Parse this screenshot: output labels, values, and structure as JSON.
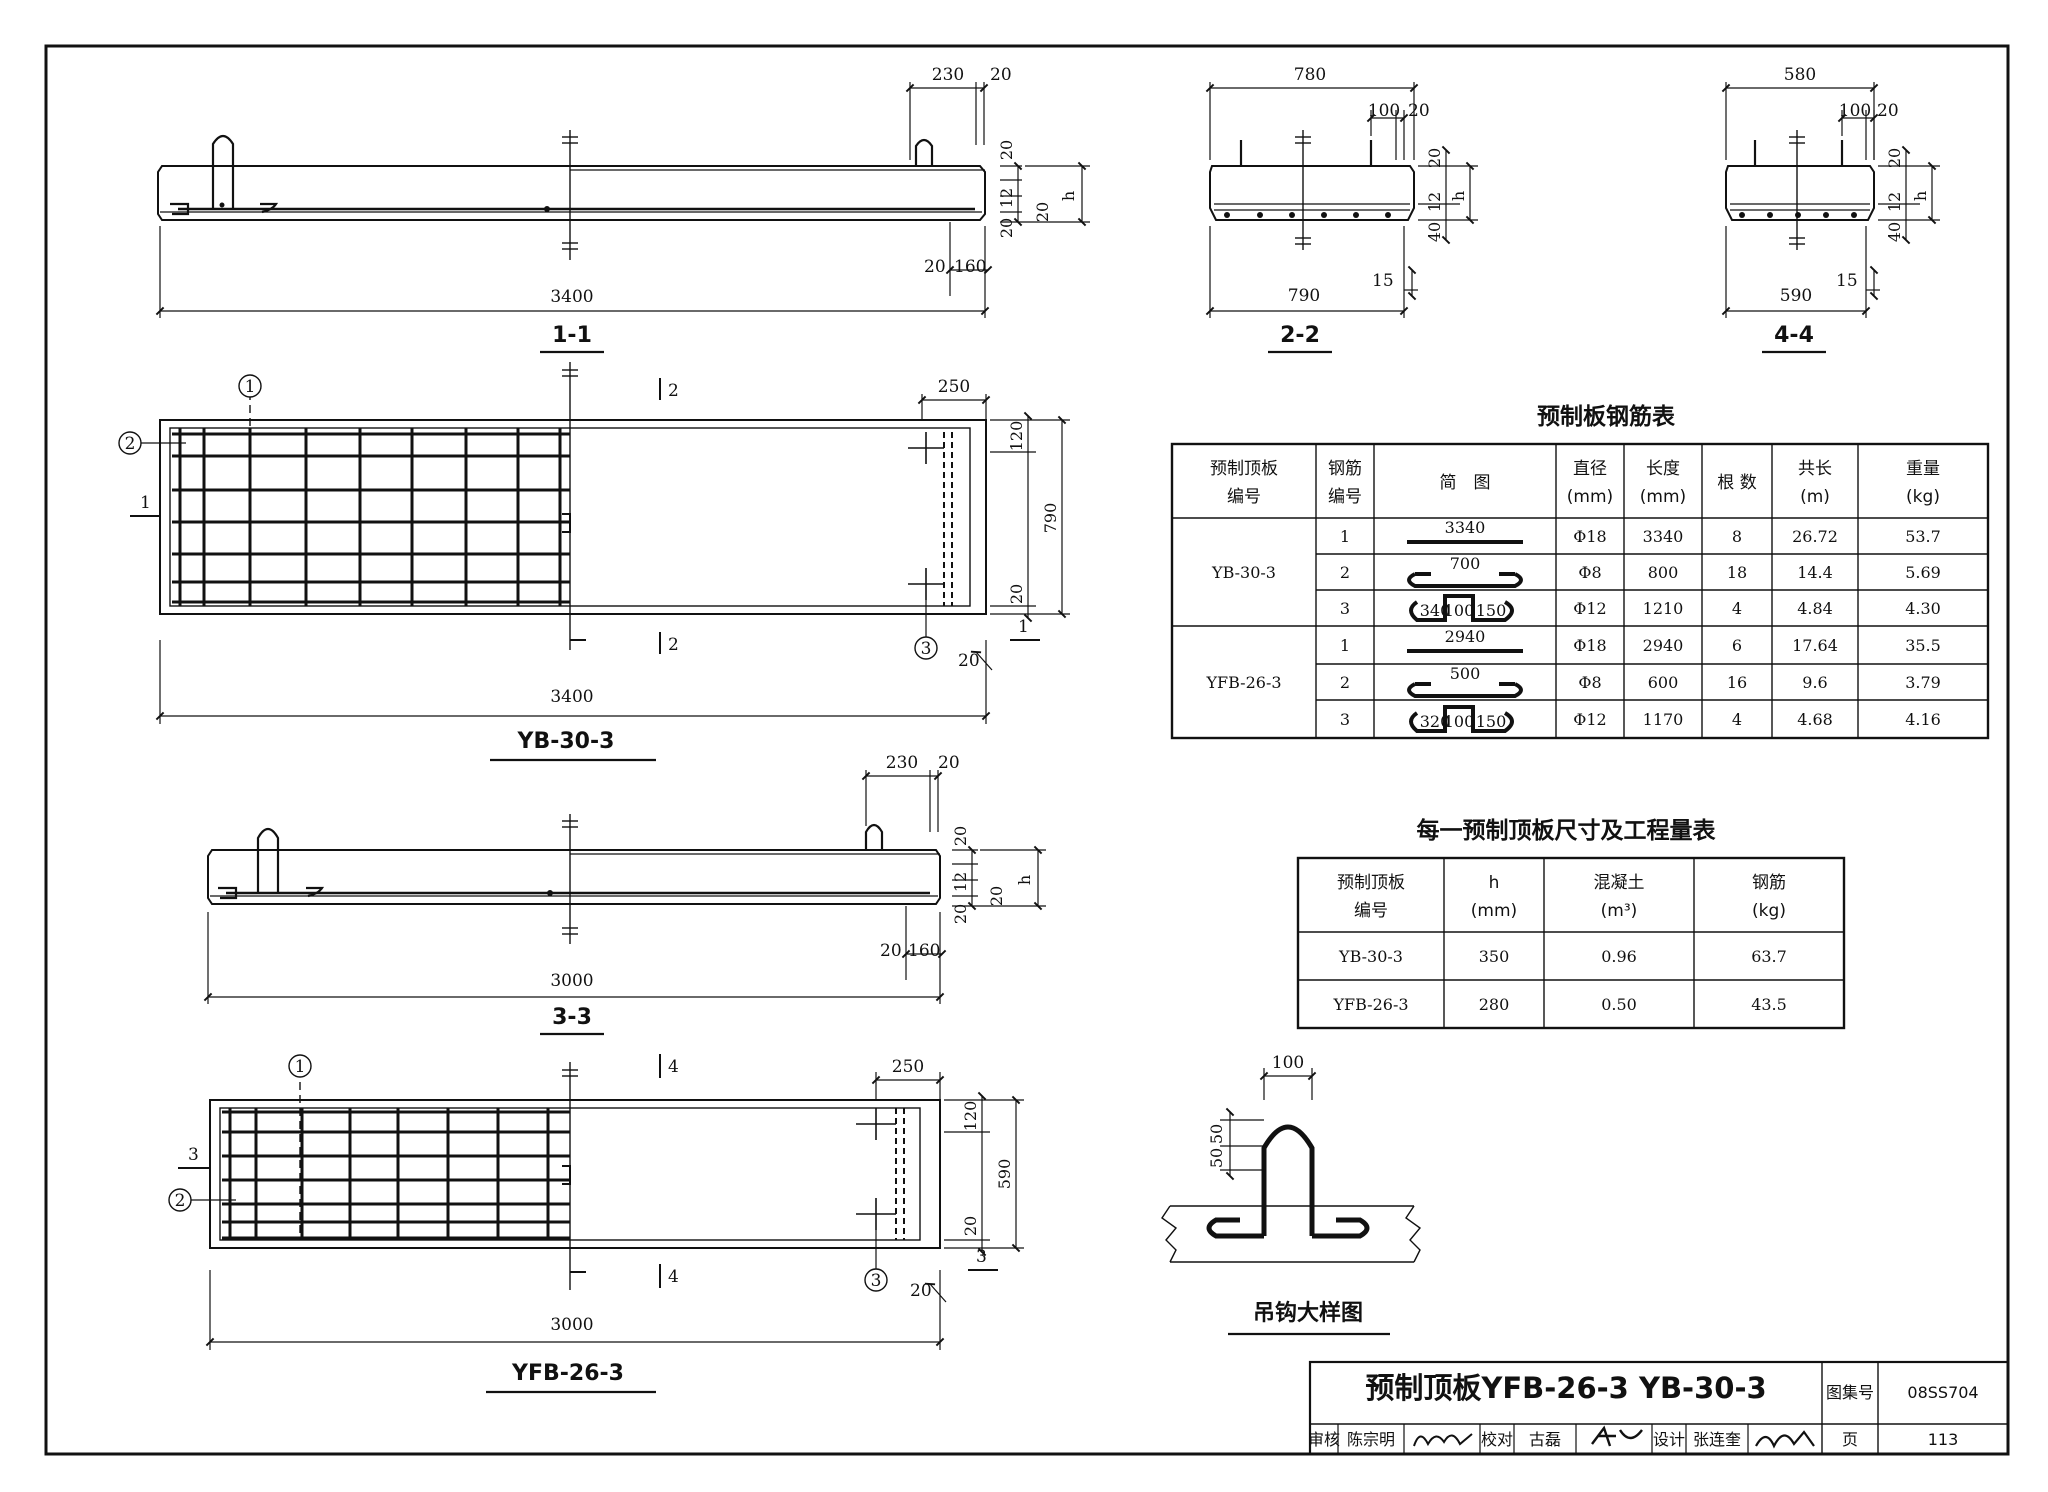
{
  "views": {
    "s11": {
      "caption": "1-1",
      "d230": "230",
      "d20a": "20",
      "d20b": "20",
      "d12": "12",
      "d20c": "20",
      "d20d": "20",
      "dh": "h",
      "d20e": "20",
      "d160": "160",
      "len": "3400"
    },
    "s22": {
      "caption": "2-2",
      "top": "780",
      "d100": "100",
      "d20": "20",
      "r20": "20",
      "r12": "12",
      "r40": "40",
      "rh": "h",
      "bot": "790",
      "d15": "15"
    },
    "s44": {
      "caption": "4-4",
      "top": "580",
      "d100": "100",
      "d20": "20",
      "r20": "20",
      "r12": "12",
      "r40": "40",
      "rh": "h",
      "bot": "590",
      "d15": "15"
    },
    "yb": {
      "caption": "YB-30-3",
      "c1": "1",
      "c2": "2",
      "c3": "3",
      "sec1": "1",
      "sec2": "2",
      "d250": "250",
      "d120": "120",
      "d790": "790",
      "d20": "20",
      "d20b": "20",
      "len": "3400"
    },
    "s33": {
      "caption": "3-3",
      "d230": "230",
      "d20a": "20",
      "d20b": "20",
      "d12": "12",
      "d20c": "20",
      "d20d": "20",
      "dh": "h",
      "d20e": "20",
      "d160": "160",
      "len": "3000"
    },
    "yfb": {
      "caption": "YFB-26-3",
      "c1": "1",
      "c2": "2",
      "c3": "3",
      "sec3": "3",
      "sec4": "4",
      "d250": "250",
      "d120": "120",
      "d590": "590",
      "d20": "20",
      "d20b": "20",
      "len": "3000"
    },
    "hook": {
      "caption": "吊钩大样图",
      "d100": "100",
      "d50a": "50",
      "d50b": "50"
    }
  },
  "rebar_table": {
    "title": "预制板钢筋表",
    "headers": [
      "预制顶板\n编号",
      "钢筋\n编号",
      "简　图",
      "直径\n(mm)",
      "长度\n(mm)",
      "根 数",
      "共长\n(m)",
      "重量\n(kg)"
    ],
    "groups": [
      {
        "code": "YB-30-3",
        "rows": [
          {
            "no": "1",
            "shape": "straight",
            "sketch": "3340",
            "dia": "Φ18",
            "length": "3340",
            "count": "8",
            "total": "26.72",
            "weight": "53.7"
          },
          {
            "no": "2",
            "shape": "tie",
            "sketch": "700",
            "dia": "Φ8",
            "length": "800",
            "count": "18",
            "total": "14.4",
            "weight": "5.69"
          },
          {
            "no": "3",
            "shape": "hook",
            "sketch": "340",
            "sketch2": "100",
            "sketch3": "150",
            "dia": "Φ12",
            "length": "1210",
            "count": "4",
            "total": "4.84",
            "weight": "4.30"
          }
        ]
      },
      {
        "code": "YFB-26-3",
        "rows": [
          {
            "no": "1",
            "shape": "straight",
            "sketch": "2940",
            "dia": "Φ18",
            "length": "2940",
            "count": "6",
            "total": "17.64",
            "weight": "35.5"
          },
          {
            "no": "2",
            "shape": "tie",
            "sketch": "500",
            "dia": "Φ8",
            "length": "600",
            "count": "16",
            "total": "9.6",
            "weight": "3.79"
          },
          {
            "no": "3",
            "shape": "hook",
            "sketch": "320",
            "sketch2": "100",
            "sketch3": "150",
            "dia": "Φ12",
            "length": "1170",
            "count": "4",
            "total": "4.68",
            "weight": "4.16"
          }
        ]
      }
    ]
  },
  "qty_table": {
    "title": "每一预制顶板尺寸及工程量表",
    "headers": [
      "预制顶板\n编号",
      "h\n(mm)",
      "混凝土\n(m³)",
      "钢筋\n(kg)"
    ],
    "rows": [
      [
        "YB-30-3",
        "350",
        "0.96",
        "63.7"
      ],
      [
        "YFB-26-3",
        "280",
        "0.50",
        "43.5"
      ]
    ]
  },
  "title_block": {
    "title": "预制顶板YFB-26-3  YB-30-3",
    "atlas_label": "图集号",
    "atlas_no": "08SS704",
    "review_label": "审核",
    "reviewer": "陈宗明",
    "check_label": "校对",
    "checker": "古磊",
    "design_label": "设计",
    "designer": "张连奎",
    "page_label": "页",
    "page_no": "113"
  }
}
